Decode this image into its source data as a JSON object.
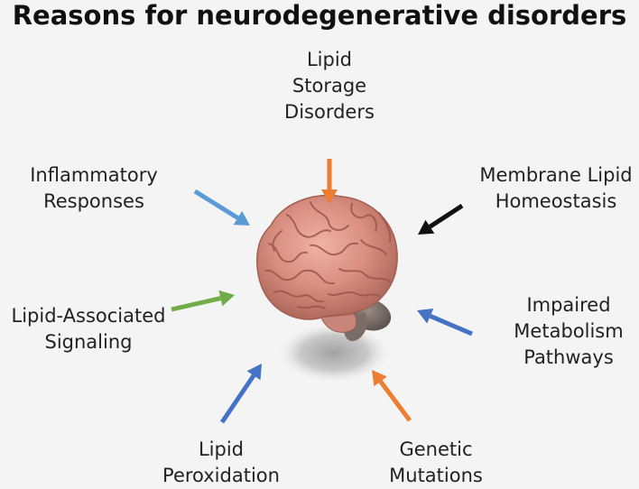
{
  "title": "Reasons for neurodegenerative disorders",
  "causes": [
    {
      "id": "lipid-storage",
      "lines": [
        "Lipid",
        "Storage",
        "Disorders"
      ],
      "arrow_color": "#ed7d31"
    },
    {
      "id": "membrane-lipid",
      "lines": [
        "Membrane Lipid",
        "Homeostasis"
      ],
      "arrow_color": "#111111"
    },
    {
      "id": "impaired-metabolism",
      "lines": [
        "Impaired",
        "Metabolism",
        "Pathways"
      ],
      "arrow_color": "#4472c4"
    },
    {
      "id": "genetic-mutations",
      "lines": [
        "Genetic",
        "Mutations"
      ],
      "arrow_color": "#ed7d31"
    },
    {
      "id": "lipid-peroxidation",
      "lines": [
        "Lipid",
        "Peroxidation"
      ],
      "arrow_color": "#4472c4"
    },
    {
      "id": "lipid-signaling",
      "lines": [
        "Lipid-Associated",
        "Signaling"
      ],
      "arrow_color": "#70ad47"
    },
    {
      "id": "inflammatory",
      "lines": [
        "Inflammatory",
        "Responses"
      ],
      "arrow_color": "#5b9bd5"
    }
  ],
  "center_icon": "brain-icon"
}
